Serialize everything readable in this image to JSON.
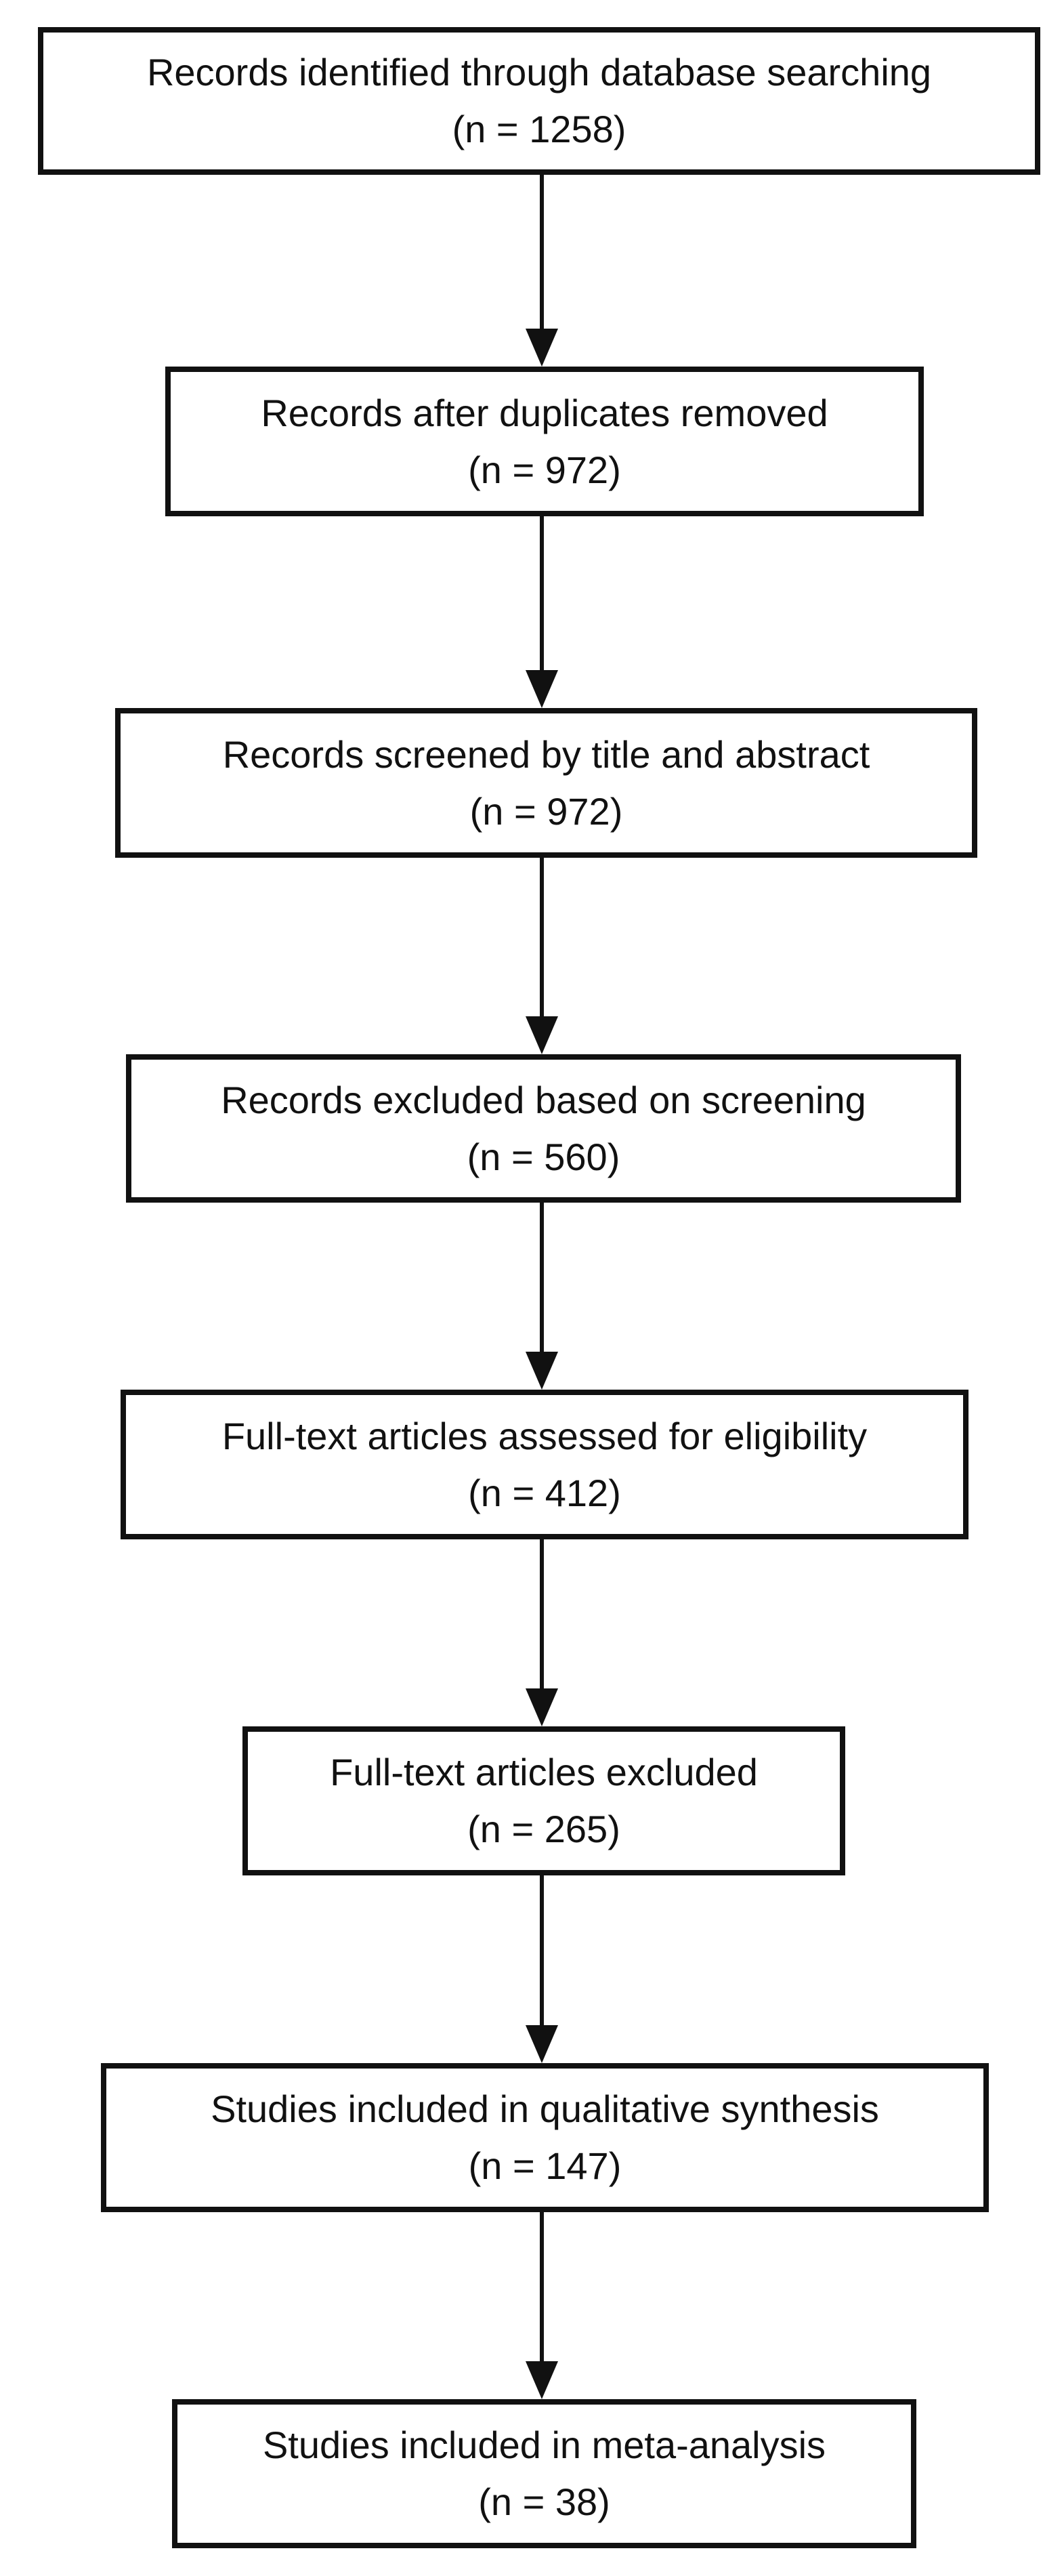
{
  "colors": {
    "background": "#ffffff",
    "box_border": "#111111",
    "box_background": "#ffffff",
    "text": "#111111",
    "arrow": "#111111"
  },
  "flow": {
    "boxes": [
      {
        "label": "Records identified through database searching",
        "count": "(n = 1258)"
      },
      {
        "label": "Records after duplicates removed",
        "count": "(n = 972)"
      },
      {
        "label": "Records screened by title and abstract",
        "count": "(n = 972)"
      },
      {
        "label": "Records excluded based on screening",
        "count": "(n = 560)"
      },
      {
        "label": "Full-text articles assessed for eligibility",
        "count": "(n = 412)"
      },
      {
        "label": "Full-text articles excluded",
        "count": "(n = 265)"
      },
      {
        "label": "Studies included in qualitative synthesis",
        "count": "(n = 147)"
      },
      {
        "label": "Studies included in meta-analysis",
        "count": "(n = 38)"
      }
    ]
  }
}
